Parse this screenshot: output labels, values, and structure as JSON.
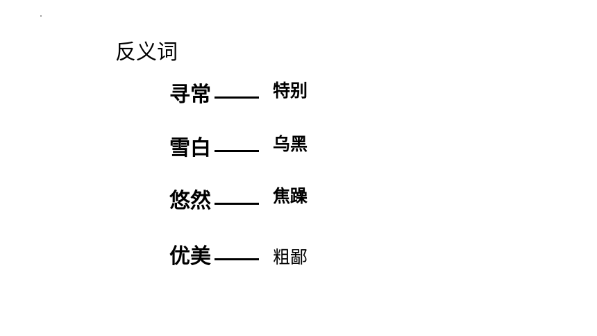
{
  "slide": {
    "title": "反义词",
    "pairs": [
      {
        "word": "寻常",
        "dash": "——",
        "answer": "特别"
      },
      {
        "word": "雪白",
        "dash": "——",
        "answer": "乌黑"
      },
      {
        "word": "悠然",
        "dash": "——",
        "answer": "焦躁"
      },
      {
        "word": "优美",
        "dash": "——",
        "answer": "粗鄙"
      }
    ]
  }
}
